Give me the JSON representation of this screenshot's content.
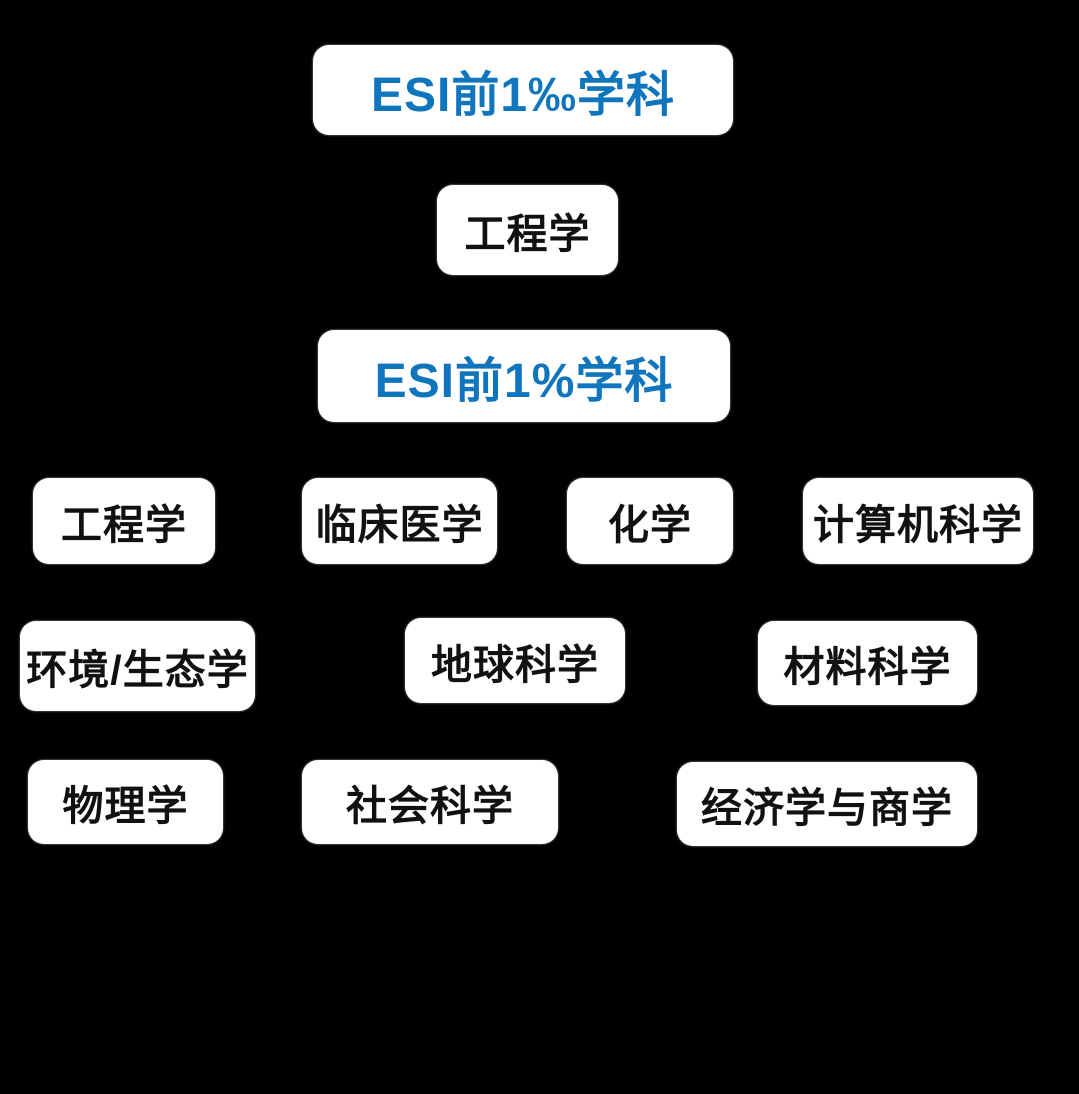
{
  "diagram": {
    "tier_permille": {
      "title": "ESI前1‰学科",
      "subjects": [
        "工程学"
      ]
    },
    "tier_percent": {
      "title": "ESI前1%学科",
      "subjects": [
        "工程学",
        "临床医学",
        "化学",
        "计算机科学",
        "环境/生态学",
        "地球科学",
        "材料科学",
        "物理学",
        "社会科学",
        "经济学与商学"
      ]
    }
  },
  "colors": {
    "background": "#000000",
    "card_background": "#FFFFFF",
    "header_text": "#0F76BE",
    "subject_text": "#111111"
  }
}
